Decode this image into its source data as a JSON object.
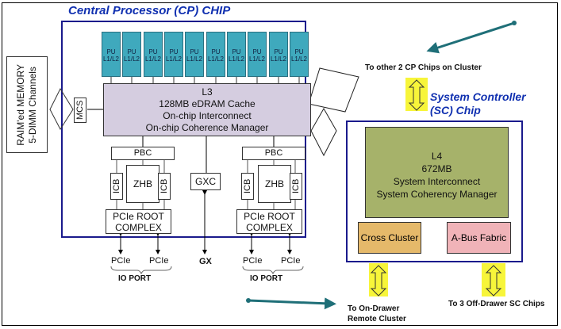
{
  "cp_chip": {
    "title": "Central Processor (CP) CHIP",
    "pu_cores": [
      {
        "line1": "PU",
        "line2": "L1/L2"
      },
      {
        "line1": "PU",
        "line2": "L1/L2"
      },
      {
        "line1": "PU",
        "line2": "L1/L2"
      },
      {
        "line1": "PU",
        "line2": "L1/L2"
      },
      {
        "line1": "PU",
        "line2": "L1/L2"
      },
      {
        "line1": "PU",
        "line2": "L1/L2"
      },
      {
        "line1": "PU",
        "line2": "L1/L2"
      },
      {
        "line1": "PU",
        "line2": "L1/L2"
      },
      {
        "line1": "PU",
        "line2": "L1/L2"
      },
      {
        "line1": "PU",
        "line2": "L1/L2"
      }
    ],
    "l3": {
      "line1": "L3",
      "line2": "128MB eDRAM Cache",
      "line3": "On-chip Interconnect",
      "line4": "On-chip Coherence Manager"
    },
    "mcs": "MCS",
    "io_groups": [
      {
        "pbc": "PBC",
        "icb_left": "ICB",
        "zhb": "ZHB",
        "icb_right": "ICB",
        "root_line1": "PCIe ROOT",
        "root_line2": "COMPLEX",
        "port_a": "PCIe",
        "port_b": "PCIe",
        "group_label": "IO PORT"
      },
      {
        "pbc": "PBC",
        "icb_left": "ICB",
        "zhb": "ZHB",
        "icb_right": "ICB",
        "root_line1": "PCIe ROOT",
        "root_line2": "COMPLEX",
        "port_a": "PCIe",
        "port_b": "PCIe",
        "group_label": "IO PORT"
      }
    ],
    "gxc": "GXC",
    "gx_label": "GX"
  },
  "memory": {
    "line1": "RAIM'ed MEMORY",
    "line2": "5-DIMM Channels"
  },
  "sc_chip": {
    "title_line1": "System Controller",
    "title_line2": "(SC) Chip",
    "l4": {
      "line1": "L4",
      "line2": "672MB",
      "line3": "System Interconnect",
      "line4": "System Coherency Manager"
    },
    "cross_cluster": "Cross Cluster",
    "abus_fabric": "A-Bus Fabric"
  },
  "annotations": {
    "to_other_cp": "To other 2 CP Chips on Cluster",
    "to_on_drawer_line1": "To On-Drawer",
    "to_on_drawer_line2": "Remote Cluster",
    "to_off_drawer": "To 3 Off-Drawer SC Chips"
  },
  "colors": {
    "chip_border": "#1a1a8c",
    "title_blue": "#1030b0",
    "pu_fill": "#3fa9bd",
    "l3_fill": "#d5cde0",
    "l4_fill": "#a6b26a",
    "cross_cluster_fill": "#e5b96a",
    "abus_fill": "#f0b3b8",
    "highlight_yellow": "#f7f53a",
    "pointer_arrow": "#1f6f78"
  }
}
